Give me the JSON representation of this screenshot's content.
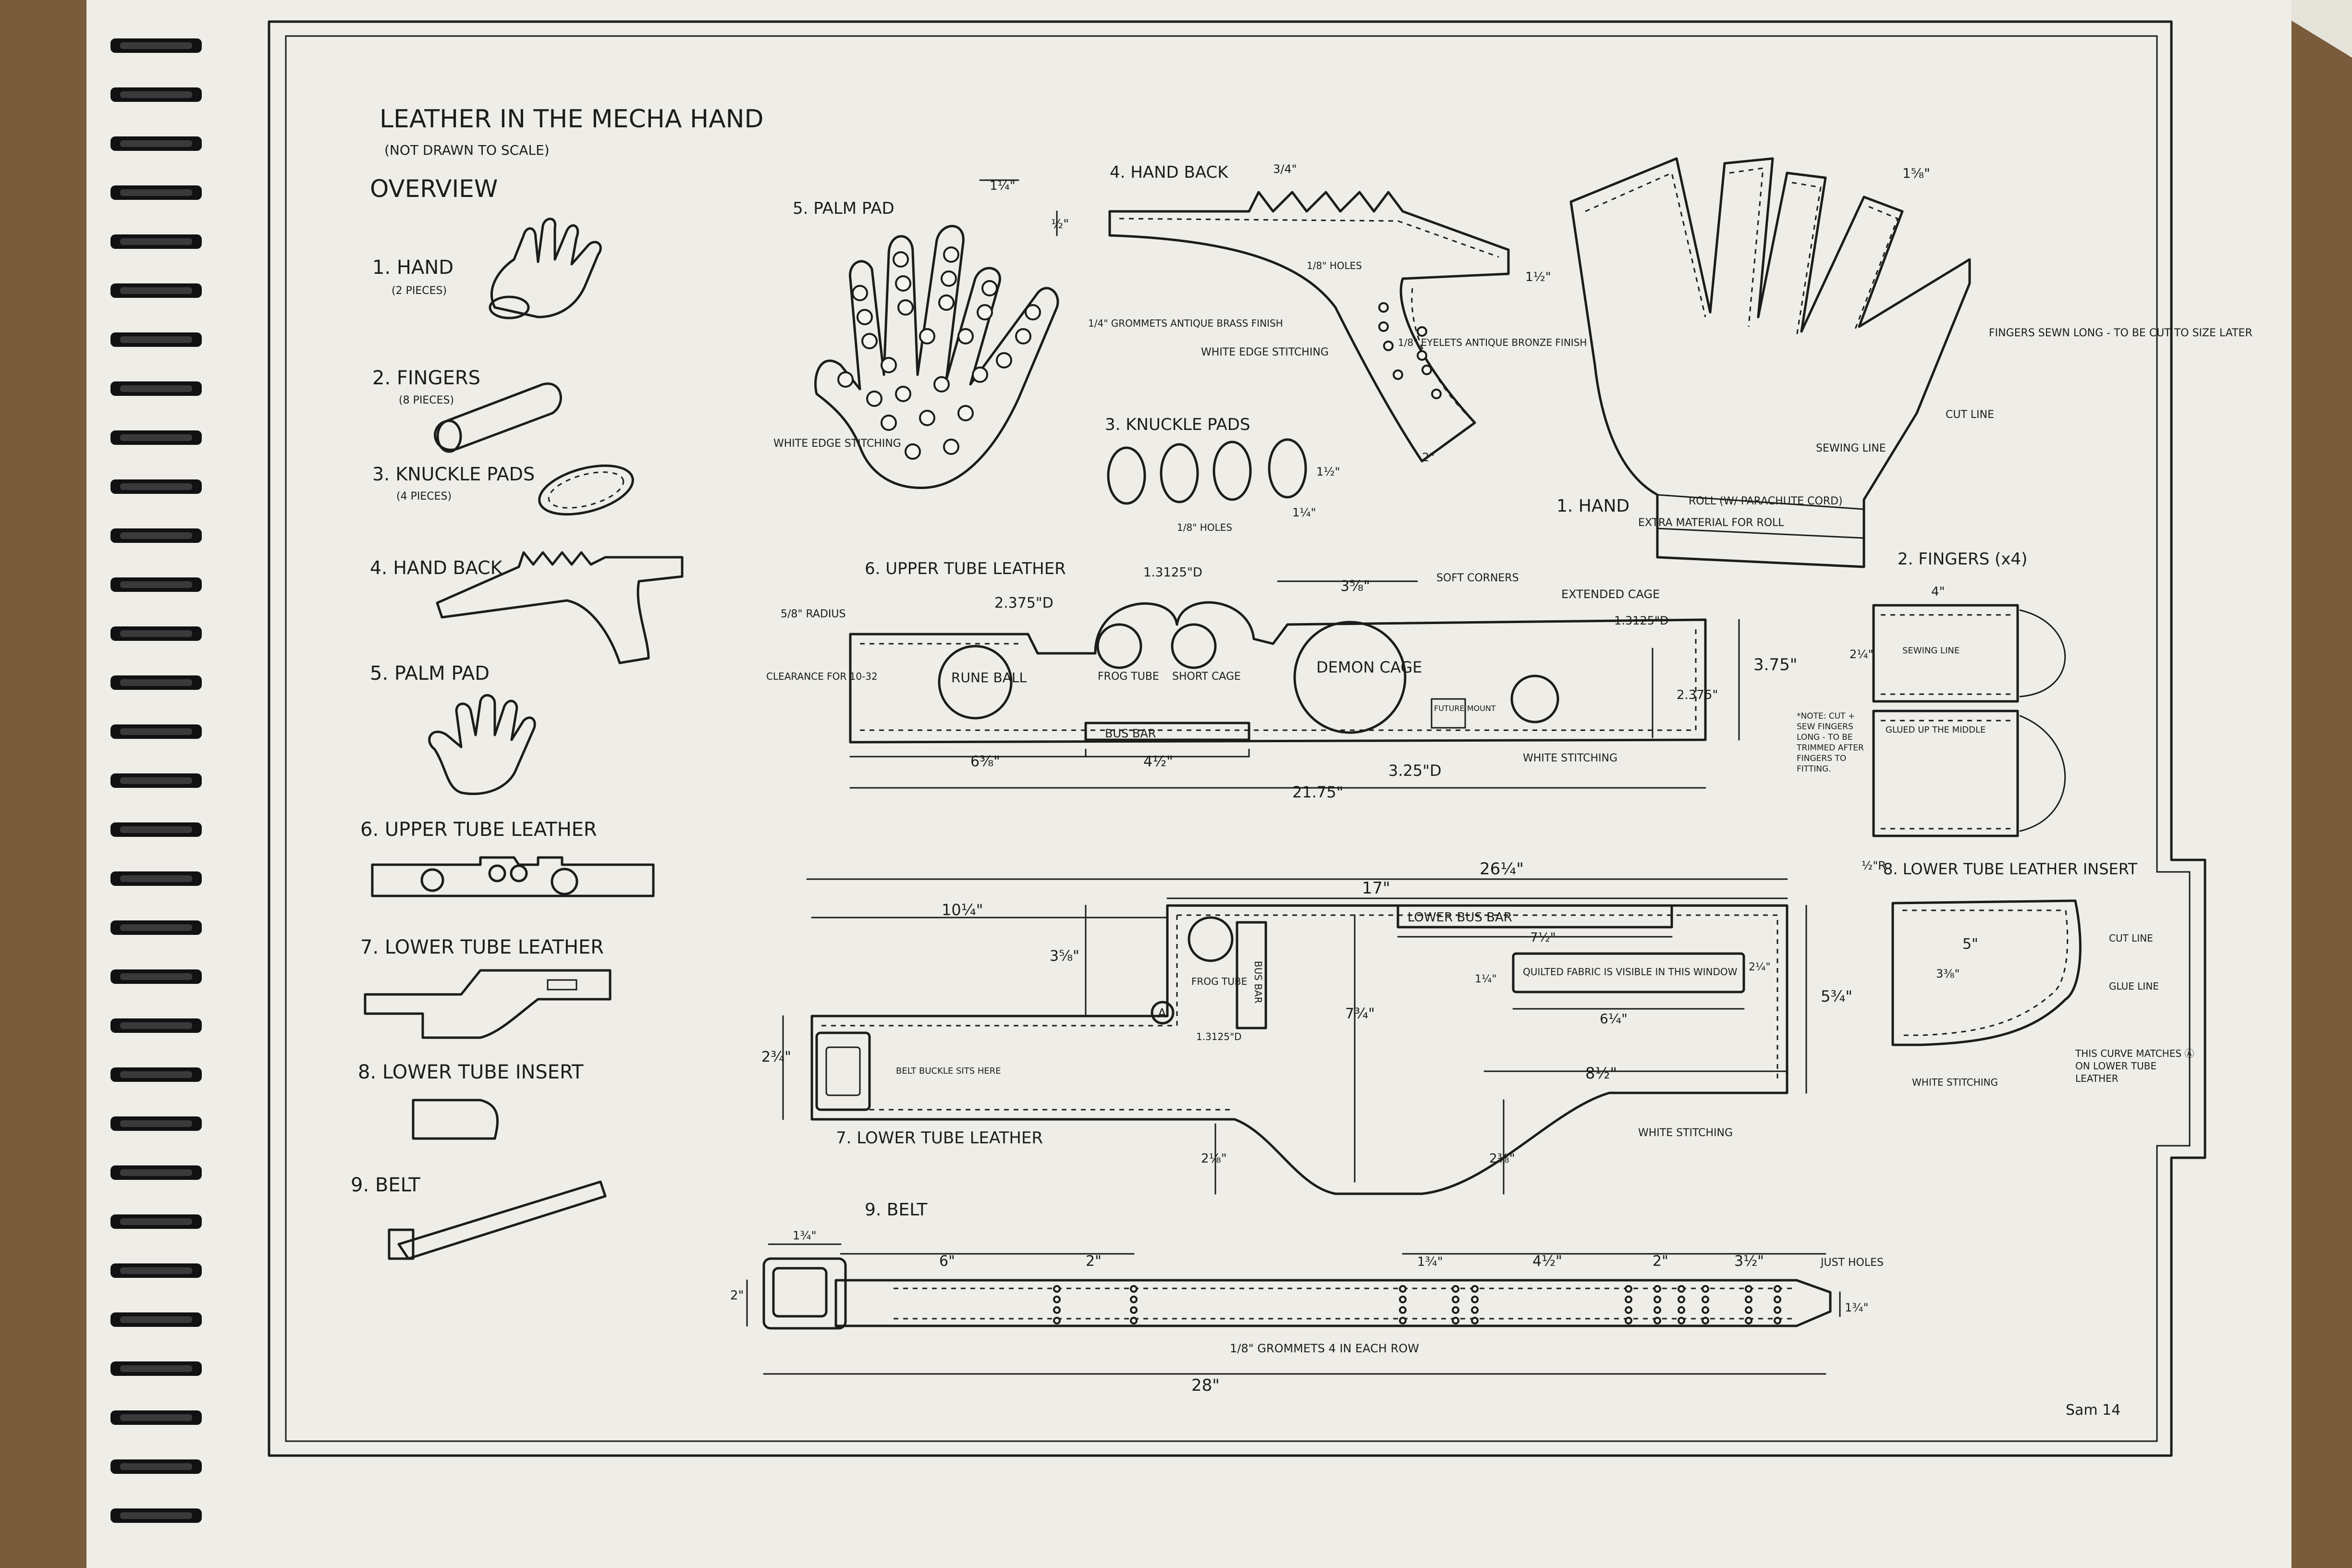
{
  "sheet": {
    "title": "LEATHER IN THE MECHA HAND",
    "subtitle": "(NOT DRAWN TO SCALE)",
    "signature": "Sam 14"
  },
  "overview": {
    "heading": "OVERVIEW",
    "items": [
      {
        "label": "1. HAND",
        "note": "(2 PIECES)"
      },
      {
        "label": "2. FINGERS",
        "note": "(8 PIECES)"
      },
      {
        "label": "3. KNUCKLE PADS",
        "note": "(4 PIECES)"
      },
      {
        "label": "4. HAND BACK",
        "note": ""
      },
      {
        "label": "5. PALM PAD",
        "note": ""
      },
      {
        "label": "6. UPPER TUBE LEATHER",
        "note": ""
      },
      {
        "label": "7. LOWER TUBE LEATHER",
        "note": ""
      },
      {
        "label": "8. LOWER TUBE INSERT",
        "note": ""
      },
      {
        "label": "9. BELT",
        "note": ""
      }
    ]
  },
  "palm_pad": {
    "title": "5. PALM PAD",
    "dim_width": "1¼\"",
    "dim_height": "½\"",
    "grommet_note": "1/4\" GROMMETS ANTIQUE BRASS FINISH",
    "stitch_note": "WHITE EDGE STITCHING"
  },
  "hand_back": {
    "title": "4. HAND BACK",
    "dim_top": "3/4\"",
    "dim_side": "1½\"",
    "dim_bottom": "2\"",
    "holes_note": "1/8\" HOLES",
    "eyelet_note": "1/8\" EYELETS ANTIQUE BRONZE FINISH",
    "stitch_note": "WHITE EDGE STITCHING"
  },
  "knuckle_pads": {
    "title": "3. KNUCKLE PADS",
    "holes_note": "1/8\" HOLES",
    "dim_width": "1¼\"",
    "dim_height": "1½\""
  },
  "hand": {
    "title": "1. HAND",
    "dim_top": "1⅝\"",
    "fingers_note": "FINGERS SEWN LONG - TO BE CUT TO SIZE LATER",
    "cut_line": "CUT LINE",
    "sewing_line": "SEWING LINE",
    "roll_note": "ROLL (W/ PARACHUTE CORD)",
    "extra_note": "EXTRA MATERIAL FOR ROLL"
  },
  "fingers": {
    "title": "2. FINGERS (x4)",
    "dim_width": "4\"",
    "dim_height": "2¼\"",
    "sewing_line": "SEWING LINE",
    "glued_note": "GLUED UP THE MIDDLE",
    "note": "*NOTE: CUT + SEW FINGERS LONG - TO BE TRIMMED AFTER FINGERS TO FITTING."
  },
  "upper_tube": {
    "title": "6. UPPER TUBE LEATHER",
    "radius_note": "5/8\" RADIUS",
    "clearance_note": "CLEARANCE FOR 10-32",
    "soft_corners": "SOFT CORNERS",
    "extended_cage": "EXTENDED CAGE",
    "rune_ball": "RUNE BALL",
    "frog_tube": "FROG TUBE",
    "short_cage": "SHORT CAGE",
    "demon_cage": "DEMON CAGE",
    "future_mount": "FUTURE MOUNT",
    "bus_bar": "BUS BAR",
    "white_stitching": "WHITE STITCHING",
    "dim_rune": "2.375\"D",
    "dim_frog": "1.3125\"D",
    "dim_extended": "1.3125\"D",
    "dim_demon": "3.25\"D",
    "dim_a": "6⅜\"",
    "dim_b": "4½\"",
    "dim_total": "21.75\"",
    "dim_top": "3⅝\"",
    "dim_height": "3.75\"",
    "dim_inner": "2.375\""
  },
  "lower_tube": {
    "title": "7. LOWER TUBE LEATHER",
    "dim_total": "26¼\"",
    "dim_17": "17\"",
    "dim_left": "10¼\"",
    "dim_side": "3⅝\"",
    "dim_height": "5¾\"",
    "dim_mid": "7¾\"",
    "dim_end": "2¾\"",
    "dim_bus": "7½\"",
    "dim_win_h": "1¼\"",
    "dim_win_r": "2¼\"",
    "dim_win_w": "6¼\"",
    "dim_low": "8½\"",
    "dim_b1": "2⅛\"",
    "dim_b2": "2⅜\"",
    "dim_frog": "1.3125\"D",
    "lower_bus_bar": "LOWER BUS BAR",
    "window_note": "QUILTED FABRIC IS VISIBLE IN THIS WINDOW",
    "frog_tube": "FROG TUBE",
    "bus_bar": "BUS BAR",
    "belt_note": "BELT BUCKLE SITS HERE",
    "stitch_note": "WHITE STITCHING",
    "marker": "A"
  },
  "insert": {
    "title": "8. LOWER TUBE LEATHER INSERT",
    "radius": "½\"R",
    "dim_width": "5\"",
    "dim_height": "3⅜\"",
    "cut_line": "CUT LINE",
    "glue_line": "GLUE LINE",
    "stitch_note": "WHITE STITCHING",
    "curve_note": "THIS CURVE MATCHES Ⓐ ON LOWER TUBE LEATHER"
  },
  "belt": {
    "title": "9. BELT",
    "dim_buckle": "1¾\"",
    "dim_6": "6\"",
    "dim_2a": "2\"",
    "dim_left_group": "1¾\"",
    "dim_45": "4½\"",
    "dim_2b": "2\"",
    "dim_35": "3½\"",
    "dim_height": "2\"",
    "dim_tip": "1¾\"",
    "dim_total": "28\"",
    "grommet_note": "1/8\" GROMMETS 4 IN EACH ROW",
    "holes_note": "JUST HOLES"
  }
}
